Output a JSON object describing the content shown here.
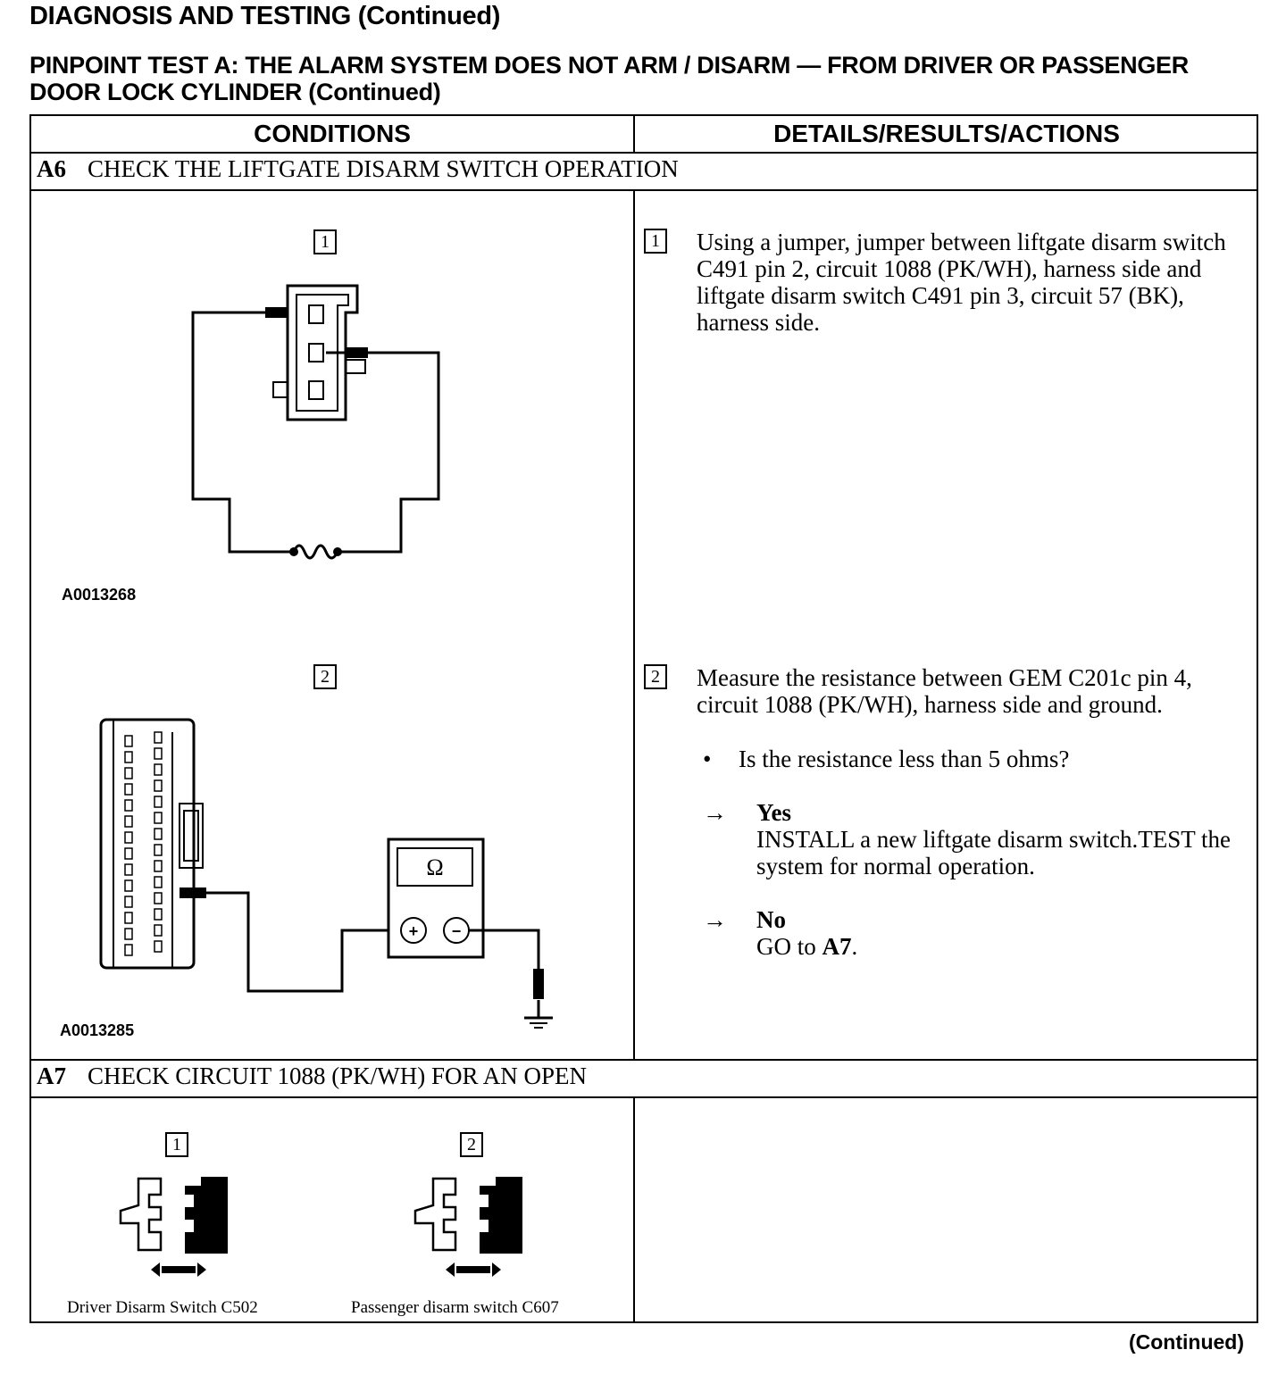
{
  "page_title": "DIAGNOSIS AND TESTING (Continued)",
  "test_title": "PINPOINT TEST A:  THE ALARM SYSTEM DOES NOT ARM / DISARM — FROM DRIVER OR PASSENGER DOOR LOCK CYLINDER (Continued)",
  "table": {
    "col_conditions": "CONDITIONS",
    "col_details": "DETAILS/RESULTS/ACTIONS"
  },
  "a6": {
    "step_id": "A6",
    "step_title": "CHECK THE LIFTGATE DISARM SWITCH OPERATION",
    "fig1_num": "1",
    "fig1_id": "A0013268",
    "fig2_num": "2",
    "fig2_id": "A0013285",
    "meter_symbol": "Ω",
    "meter_plus": "+",
    "meter_minus": "−",
    "detail1_num": "1",
    "detail1_text": "Using a jumper, jumper between liftgate disarm switch C491 pin 2, circuit 1088 (PK/WH), harness side and liftgate disarm switch C491 pin 3, circuit 57 (BK), harness side.",
    "detail2_num": "2",
    "detail2_text": "Measure the resistance between GEM C201c pin 4, circuit 1088 (PK/WH), harness side and ground.",
    "question": "Is the resistance less than 5 ohms?",
    "arrow": "→",
    "yes_label": "Yes",
    "yes_text": "INSTALL a new liftgate disarm switch.TEST the system for normal operation.",
    "no_label": "No",
    "no_text_prefix": "GO to ",
    "no_text_target": "A7",
    "no_text_suffix": "."
  },
  "a7": {
    "step_id": "A7",
    "step_title": "CHECK CIRCUIT 1088 (PK/WH) FOR AN OPEN",
    "fig1_num": "1",
    "fig1_caption": "Driver Disarm Switch C502",
    "fig2_num": "2",
    "fig2_caption": "Passenger disarm switch C607"
  },
  "footer": "(Continued)"
}
